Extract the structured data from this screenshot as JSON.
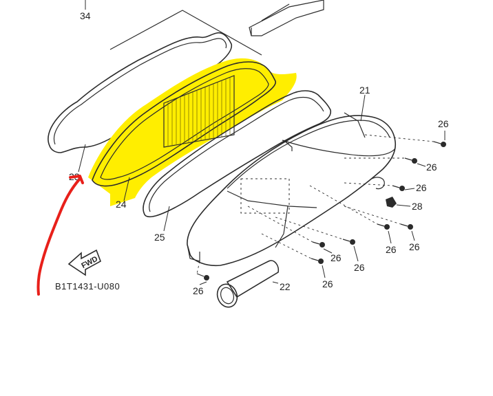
{
  "parts": {
    "p34": "34",
    "p21": "21",
    "p22": "22",
    "p23": "23",
    "p24": "24",
    "p25": "25",
    "p28": "28",
    "p26": "26"
  },
  "diagram_code": "B1T1431-U080",
  "fwd_label": "FWD",
  "colors": {
    "highlight": "#ffee00",
    "annotation": "#e8201a",
    "line": "#2b2b2b"
  }
}
